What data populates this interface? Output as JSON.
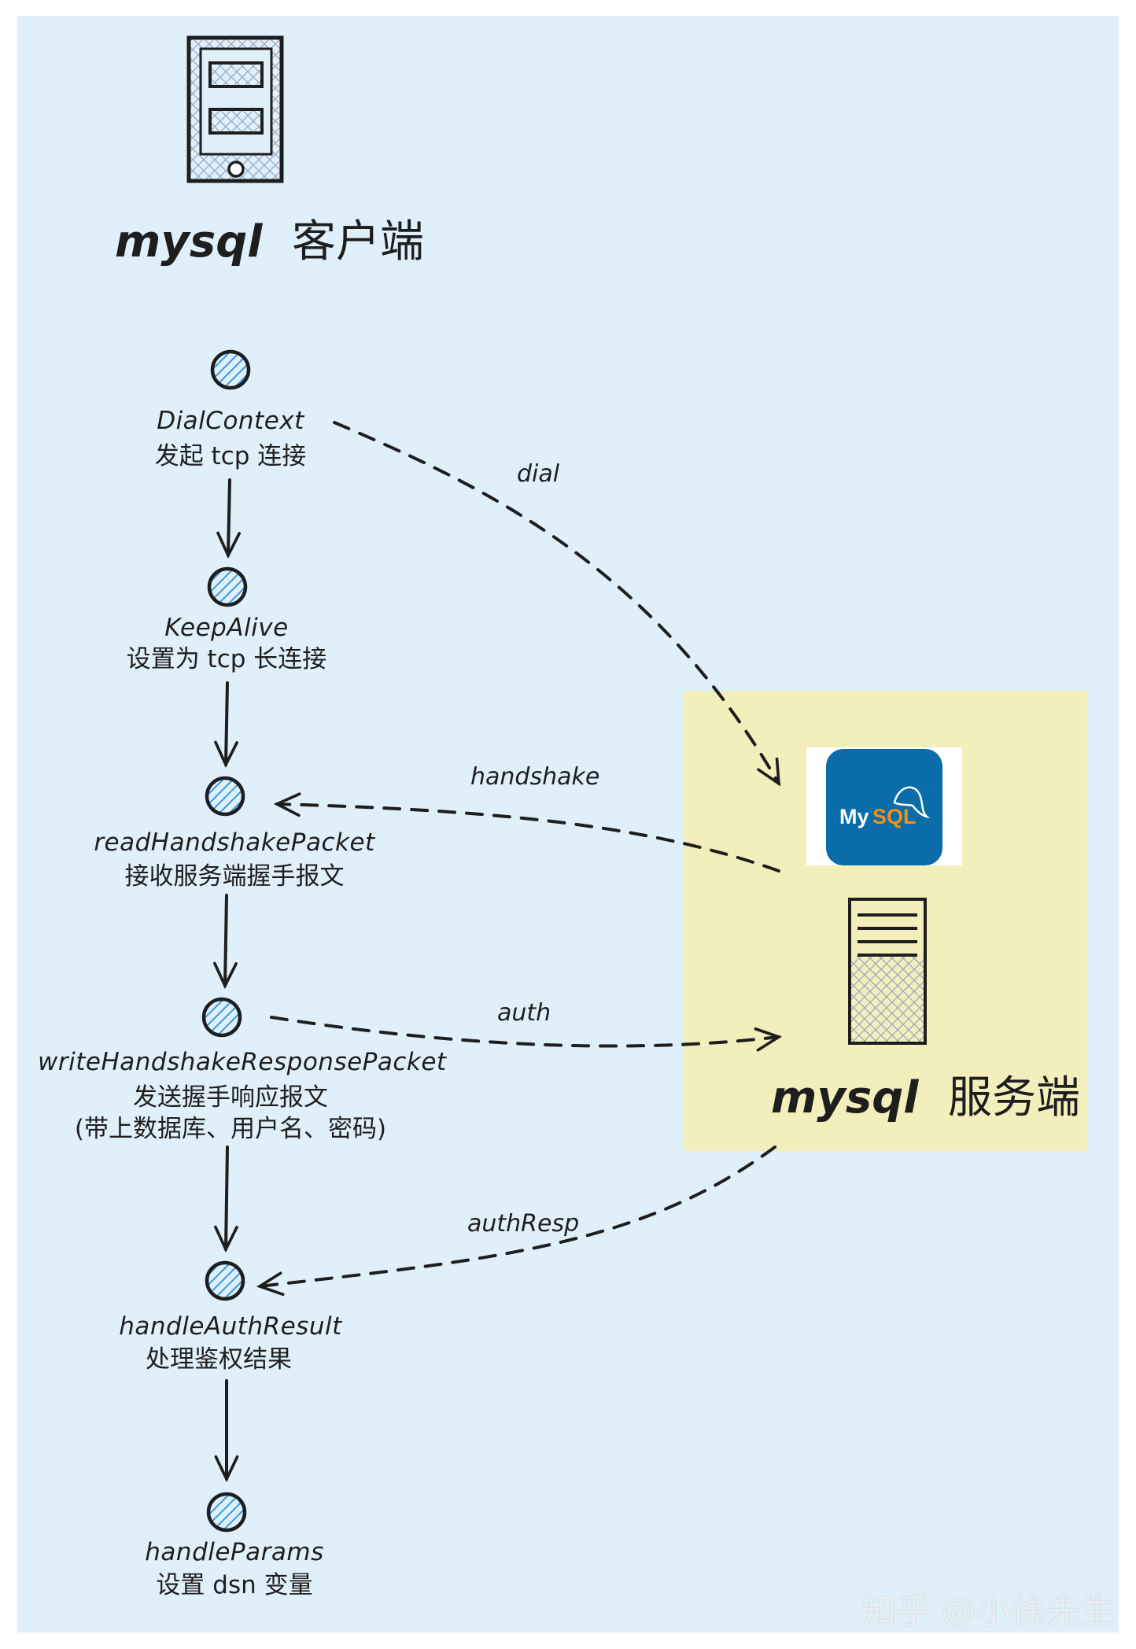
{
  "colors": {
    "background_panel": "#dff0fb",
    "server_panel": "#f3efbc",
    "stroke": "#1e1e1e",
    "node_fill": "#4fa9e6",
    "mysql_logo_bg": "#0a6ca8",
    "mysql_logo_accent": "#f29111"
  },
  "client": {
    "title_mysql": "mysql",
    "title_zh": "客户端",
    "icon": "tablet-device-icon"
  },
  "server": {
    "title_mysql": "mysql",
    "title_zh": "服务端",
    "icon": "server-rack-icon",
    "logo": {
      "text_my": "My",
      "text_sql": "SQL",
      "icon": "mysql-dolphin-logo"
    }
  },
  "steps": [
    {
      "id": "dial-context",
      "fn": "DialContext",
      "desc": [
        "发起 tcp 连接"
      ]
    },
    {
      "id": "keep-alive",
      "fn": "KeepAlive",
      "desc": [
        "设置为 tcp 长连接"
      ]
    },
    {
      "id": "read-handshake",
      "fn": "readHandshakePacket",
      "desc": [
        "接收服务端握手报文"
      ]
    },
    {
      "id": "write-handshake-response",
      "fn": "writeHandshakeResponsePacket",
      "desc": [
        "发送握手响应报文",
        "(带上数据库、用户名、密码)"
      ]
    },
    {
      "id": "handle-auth-result",
      "fn": "handleAuthResult",
      "desc": [
        "处理鉴权结果"
      ]
    },
    {
      "id": "handle-params",
      "fn": "handleParams",
      "desc": [
        "设置 dsn 变量"
      ]
    }
  ],
  "edges": {
    "dial": "dial",
    "handshake": "handshake",
    "auth": "auth",
    "authResp": "authResp"
  },
  "watermark": "知乎 @小徐先生"
}
